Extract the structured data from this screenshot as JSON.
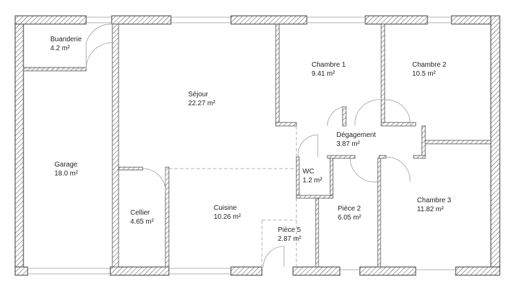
{
  "plan": {
    "rooms": [
      {
        "name": "Buanderie",
        "area": "4.2 m²"
      },
      {
        "name": "Séjour",
        "area": "22.27 m²"
      },
      {
        "name": "Chambre 1",
        "area": "9.41 m²"
      },
      {
        "name": "Chambre 2",
        "area": "10.5 m²"
      },
      {
        "name": "Garage",
        "area": "18.0 m²"
      },
      {
        "name": "Dégagement",
        "area": "3.87 m²"
      },
      {
        "name": "WC",
        "area": "1.2 m²"
      },
      {
        "name": "Chambre 3",
        "area": "11.82 m²"
      },
      {
        "name": "Cellier",
        "area": "4.65 m²"
      },
      {
        "name": "Cuisine",
        "area": "10.26 m²"
      },
      {
        "name": "Pièce 2",
        "area": "6.05 m²"
      },
      {
        "name": "Pièce 5",
        "area": "2.87 m²"
      }
    ]
  }
}
